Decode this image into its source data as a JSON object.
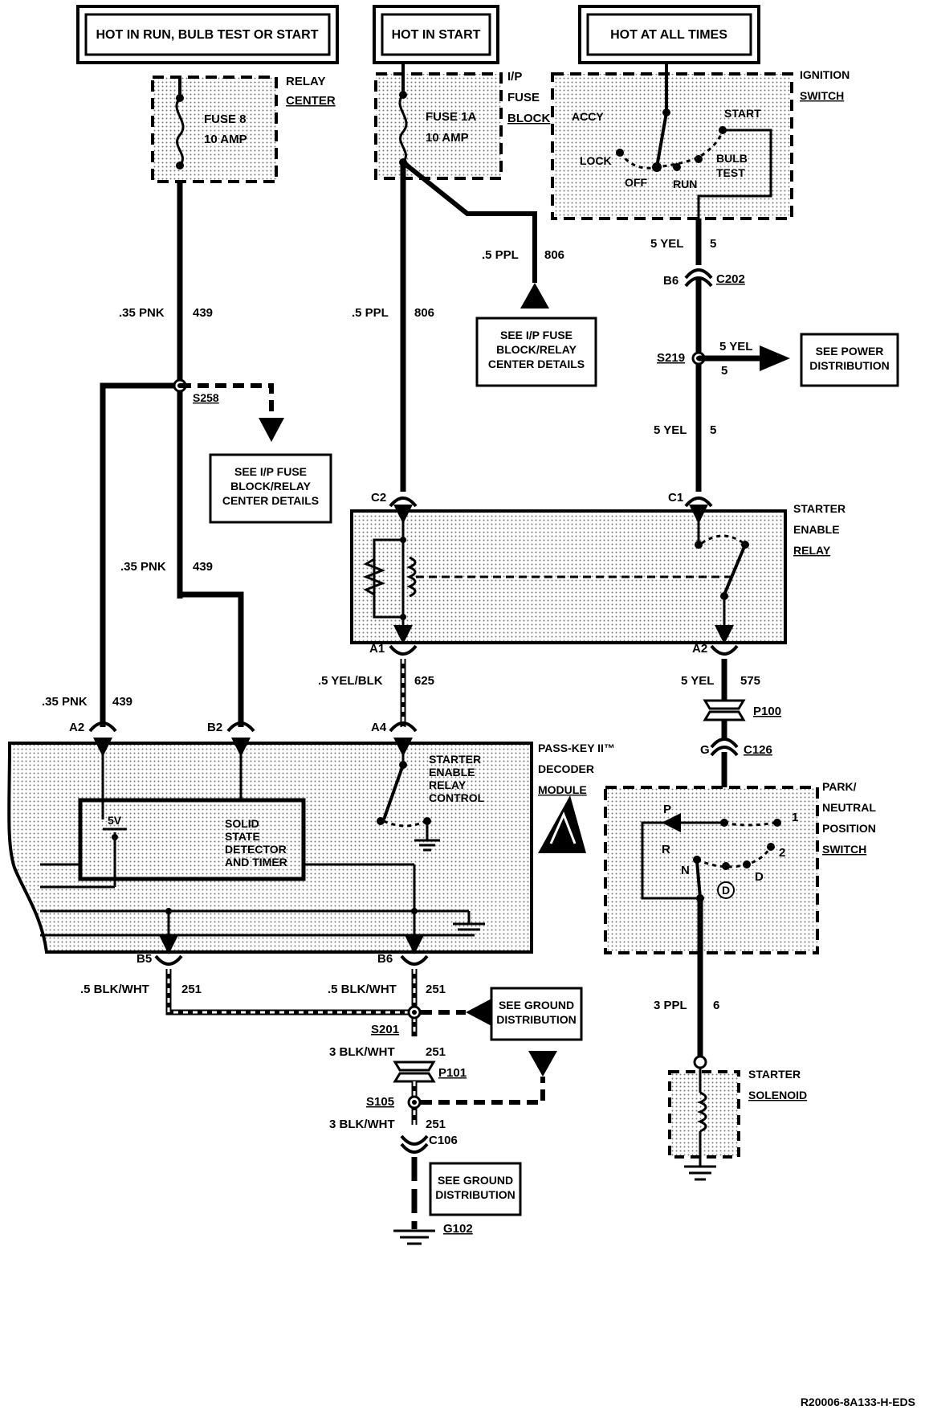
{
  "headers": {
    "run": "HOT IN RUN, BULB TEST OR START",
    "start": "HOT IN START",
    "always": "HOT AT ALL TIMES"
  },
  "relay_center": {
    "l1": "RELAY",
    "l2": "CENTER"
  },
  "fuse8": {
    "name": "FUSE 8",
    "rating": "10 AMP"
  },
  "ip_fuse_block": {
    "l1": "I/P",
    "l2": "FUSE",
    "l3": "BLOCK"
  },
  "fuse1a": {
    "name": "FUSE 1A",
    "rating": "10 AMP"
  },
  "ignition_switch": {
    "l1": "IGNITION",
    "l2": "SWITCH",
    "accy": "ACCY",
    "lock": "LOCK",
    "off": "OFF",
    "run": "RUN",
    "start": "START",
    "bulb": "BULB",
    "test": "TEST"
  },
  "wires": {
    "w439_top": {
      "gauge": ".35 PNK",
      "circuit": "439"
    },
    "w806_main": {
      "gauge": ".5 PPL",
      "circuit": "806"
    },
    "w806_branch": {
      "gauge": ".5 PPL",
      "circuit": "806"
    },
    "w5_top": {
      "gauge": "5 YEL",
      "circuit": "5"
    },
    "w5_power": {
      "gauge": "5 YEL",
      "circuit": "5"
    },
    "w5_mid": {
      "gauge": "5 YEL",
      "circuit": "5"
    },
    "w439_mid": {
      "gauge": ".35 PNK",
      "circuit": "439"
    },
    "w439_left": {
      "gauge": ".35 PNK",
      "circuit": "439"
    },
    "w625": {
      "gauge": ".5 YEL/BLK",
      "circuit": "625"
    },
    "w575": {
      "gauge": "5 YEL",
      "circuit": "575"
    },
    "w251_b5": {
      "gauge": ".5 BLK/WHT",
      "circuit": "251"
    },
    "w251_b6": {
      "gauge": ".5 BLK/WHT",
      "circuit": "251"
    },
    "w251_s201": {
      "gauge": "3 BLK/WHT",
      "circuit": "251"
    },
    "w251_s105": {
      "gauge": "3 BLK/WHT",
      "circuit": "251"
    },
    "w6": {
      "gauge": "3 PPL",
      "circuit": "6"
    }
  },
  "connectors": {
    "b6": "B6",
    "c202": "C202",
    "s219": "S219",
    "s258": "S258",
    "c2": "C2",
    "c1": "C1",
    "a1": "A1",
    "a2_relay": "A2",
    "a2_mod": "A2",
    "b2": "B2",
    "a4": "A4",
    "p100": "P100",
    "g": "G",
    "c126": "C126",
    "b5": "B5",
    "b6_mod": "B6",
    "s201": "S201",
    "p101": "P101",
    "s105": "S105",
    "c106": "C106",
    "g102": "G102"
  },
  "boxes": {
    "ip_details_1": [
      "SEE I/P FUSE",
      "BLOCK/RELAY",
      "CENTER DETAILS"
    ],
    "ip_details_2": [
      "SEE I/P FUSE",
      "BLOCK/RELAY",
      "CENTER DETAILS"
    ],
    "power_dist": [
      "SEE POWER",
      "DISTRIBUTION"
    ],
    "ground_dist_1": [
      "SEE GROUND",
      "DISTRIBUTION"
    ],
    "ground_dist_2": [
      "SEE GROUND",
      "DISTRIBUTION"
    ]
  },
  "starter_enable_relay": {
    "l1": "STARTER",
    "l2": "ENABLE",
    "l3": "RELAY"
  },
  "passkey": {
    "l1": "PASS-KEY II™",
    "l2": "DECODER",
    "l3": "MODULE",
    "ctrl": [
      "STARTER",
      "ENABLE",
      "RELAY",
      "CONTROL"
    ],
    "v5": "5V",
    "detector": [
      "SOLID",
      "STATE",
      "DETECTOR",
      "AND TIMER"
    ]
  },
  "pn_switch": {
    "l1": "PARK/",
    "l2": "NEUTRAL",
    "l3": "POSITION",
    "l4": "SWITCH",
    "p": "P",
    "r": "R",
    "n": "N",
    "d": "D",
    "one": "1",
    "two": "2",
    "dcircle": "D"
  },
  "starter_solenoid": {
    "l1": "STARTER",
    "l2": "SOLENOID"
  },
  "footer_code": "R20006-8A133-H-EDS"
}
